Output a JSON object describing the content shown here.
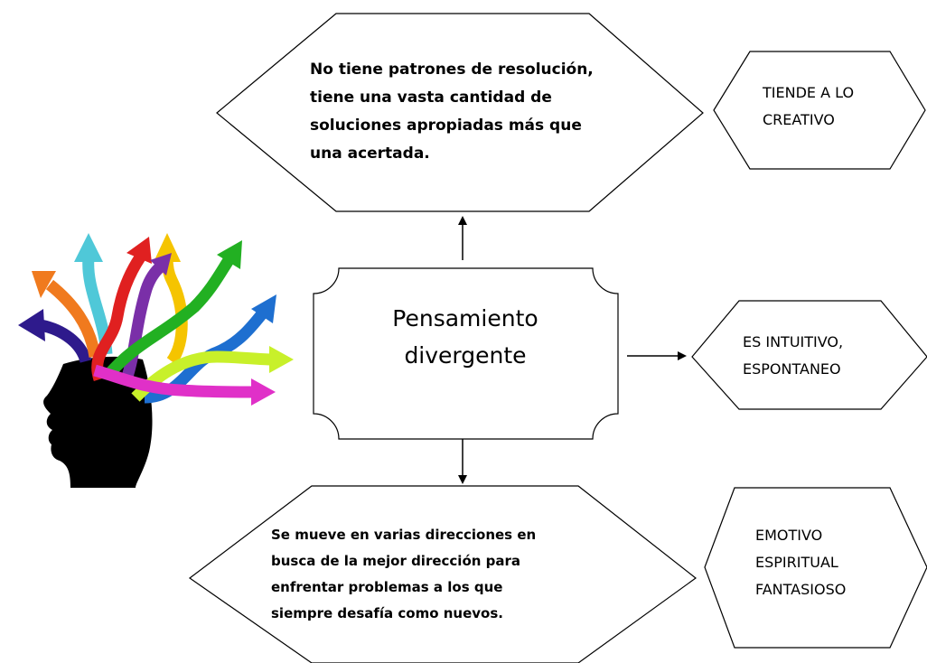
{
  "center": {
    "line1": "Pensamiento",
    "line2": "divergente"
  },
  "top_hexagon": {
    "lines": [
      "No tiene patrones de resolución,",
      "tiene una vasta cantidad de",
      "soluciones apropiadas más que",
      "una acertada."
    ]
  },
  "bottom_hexagon": {
    "lines": [
      "Se mueve en varias direcciones en",
      "busca de la mejor dirección para",
      "enfrentar problemas a los que",
      "siempre desafía como  nuevos."
    ]
  },
  "side_top": {
    "lines": [
      "TIENDE A LO",
      "CREATIVO"
    ]
  },
  "side_middle": {
    "lines": [
      "ES INTUITIVO,",
      "ESPONTANEO"
    ]
  },
  "side_bottom": {
    "lines": [
      "EMOTIVO",
      "ESPIRITUAL",
      "FANTASIOSO"
    ]
  },
  "illustration": {
    "name": "head-with-colorful-arrows-icon",
    "colors": [
      "#2e1a8c",
      "#f07a1e",
      "#4fc8d8",
      "#e02020",
      "#f5c400",
      "#7a2fa8",
      "#22b022",
      "#1e6fd0",
      "#c8f02a",
      "#e030c8",
      "#000000"
    ]
  }
}
